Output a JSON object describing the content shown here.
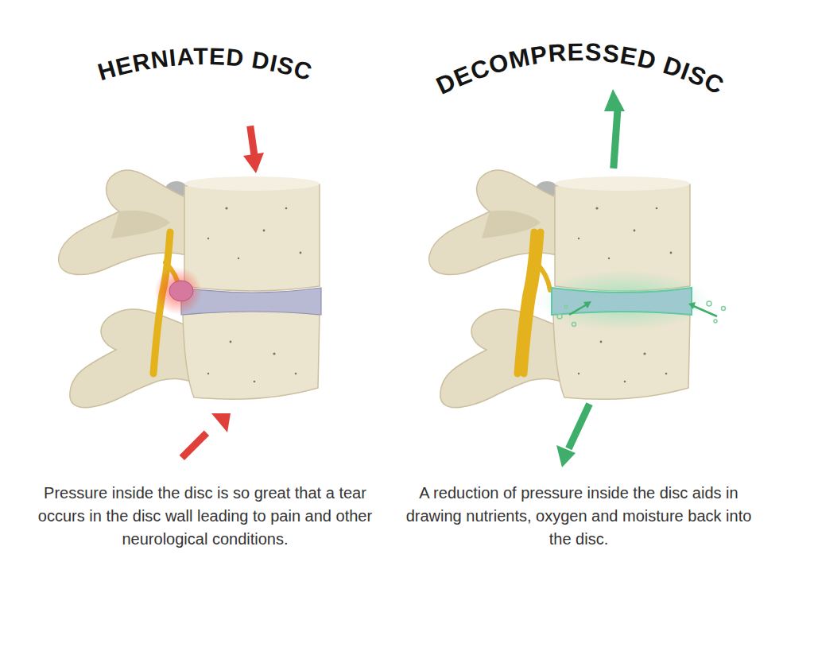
{
  "diagram": {
    "labels": [
      "HERNIATED DISC",
      "Pressure inside the disc is so great that a tear occurs in the disc wall leading to pain and other neurological conditions.",
      "DECOMPRESSED DISC",
      "A reduction of pressure inside the disc aids in drawing nutrients, oxygen and moisture back into the disc."
    ]
  }
}
